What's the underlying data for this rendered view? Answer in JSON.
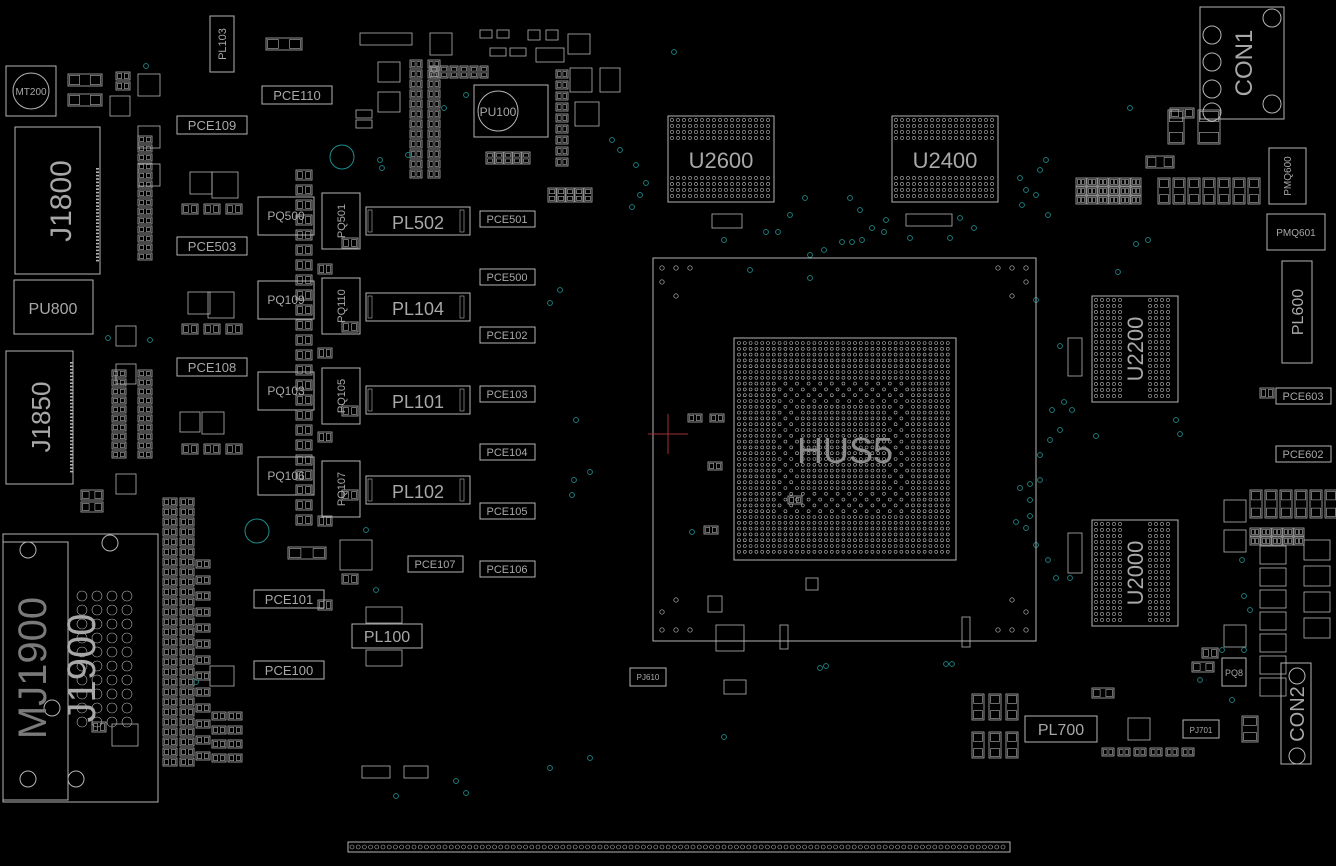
{
  "board": {
    "colors": {
      "background": "#000000",
      "outline": "#b4b4b4",
      "label": "#a8a8a8",
      "via": "#1e8c8c",
      "marker": "#a03030"
    },
    "labels": {
      "u2600": "U2600",
      "u2400": "U2400",
      "u2200": "U2200",
      "u2000": "U2000",
      "cpu": "HUS5",
      "con1": "CON1",
      "con2": "CON2",
      "j1800": "J1800",
      "j1850": "J1850",
      "j1900": "J1900",
      "j1900b": "MJ1900",
      "pu800": "PU800",
      "pu100": "PU100",
      "mt200": "MT200",
      "pl700": "PL700",
      "pl600": "PL600",
      "pl100": "PL100",
      "pl502": "PL502",
      "pl104": "PL104",
      "pl101": "PL101",
      "pl102": "PL102",
      "pl103": "PL103",
      "pmq600": "PMQ600",
      "pmq601": "PMQ601",
      "pq500": "PQ500",
      "pq501": "PQ501",
      "pq109": "PQ109",
      "pq110": "PQ110",
      "pq103": "PQ103",
      "pq105": "PQ105",
      "pq106": "PQ106",
      "pq107": "PQ107",
      "pce110": "PCE110",
      "pce109": "PCE109",
      "pce503": "PCE503",
      "pce108": "PCE108",
      "pce101": "PCE101",
      "pce100": "PCE100",
      "pce501": "PCE501",
      "pce500": "PCE500",
      "pce102": "PCE102",
      "pce103": "PCE103",
      "pce104": "PCE104",
      "pce105": "PCE105",
      "pce106": "PCE106",
      "pce107": "PCE107",
      "pce603": "PCE603",
      "pce602": "PCE602",
      "pj701": "PJ701",
      "pj610": "PJ610",
      "pq8": "PQ8"
    }
  }
}
